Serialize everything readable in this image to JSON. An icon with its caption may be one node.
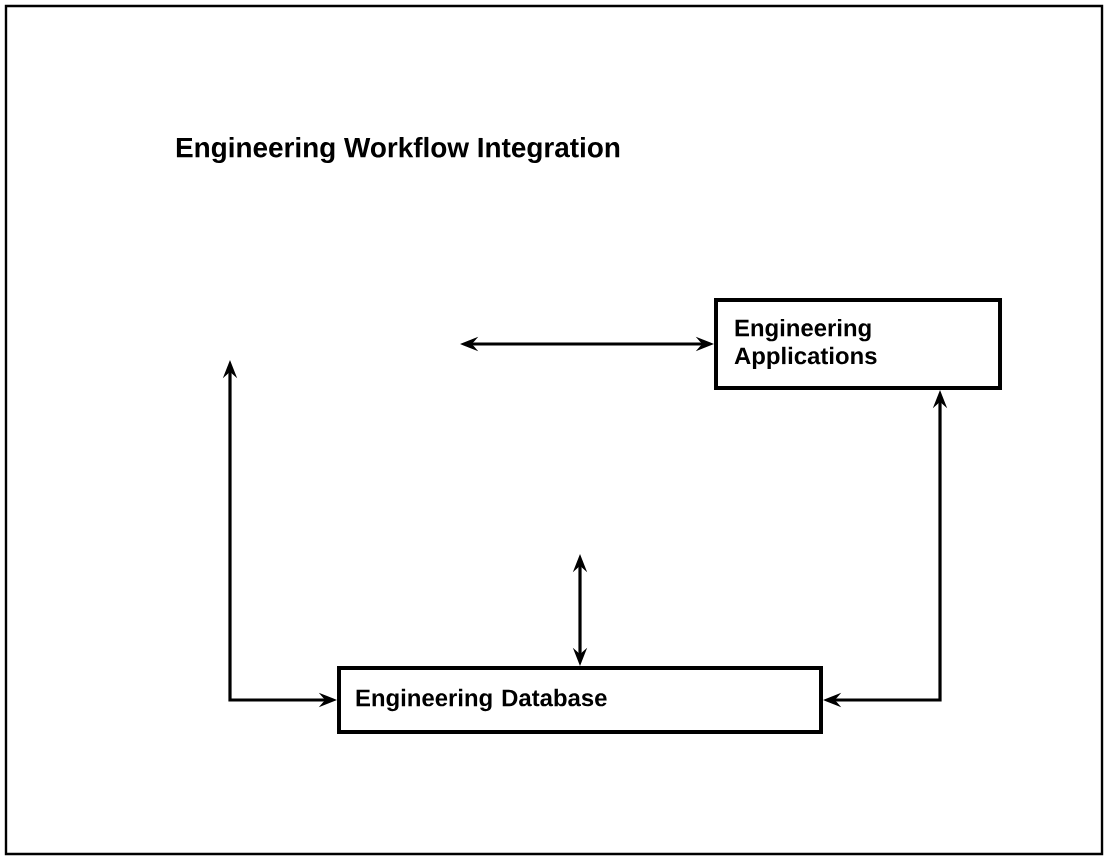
{
  "diagram": {
    "title": "Engineering Workflow Integration",
    "nodes": [
      {
        "text": [
          "Engineering Applications"
        ]
      },
      {
        "text": [
          "Engineering Database"
        ]
      }
    ],
    "edges": [
      {
        "from": null,
        "to": 0,
        "arrow": "both"
      },
      {
        "from": null,
        "to": 1,
        "arrow": "both"
      },
      {
        "from": null,
        "to": 1,
        "arrow": "both"
      },
      {
        "from": 0,
        "to": 1,
        "arrow": "both"
      }
    ]
  }
}
